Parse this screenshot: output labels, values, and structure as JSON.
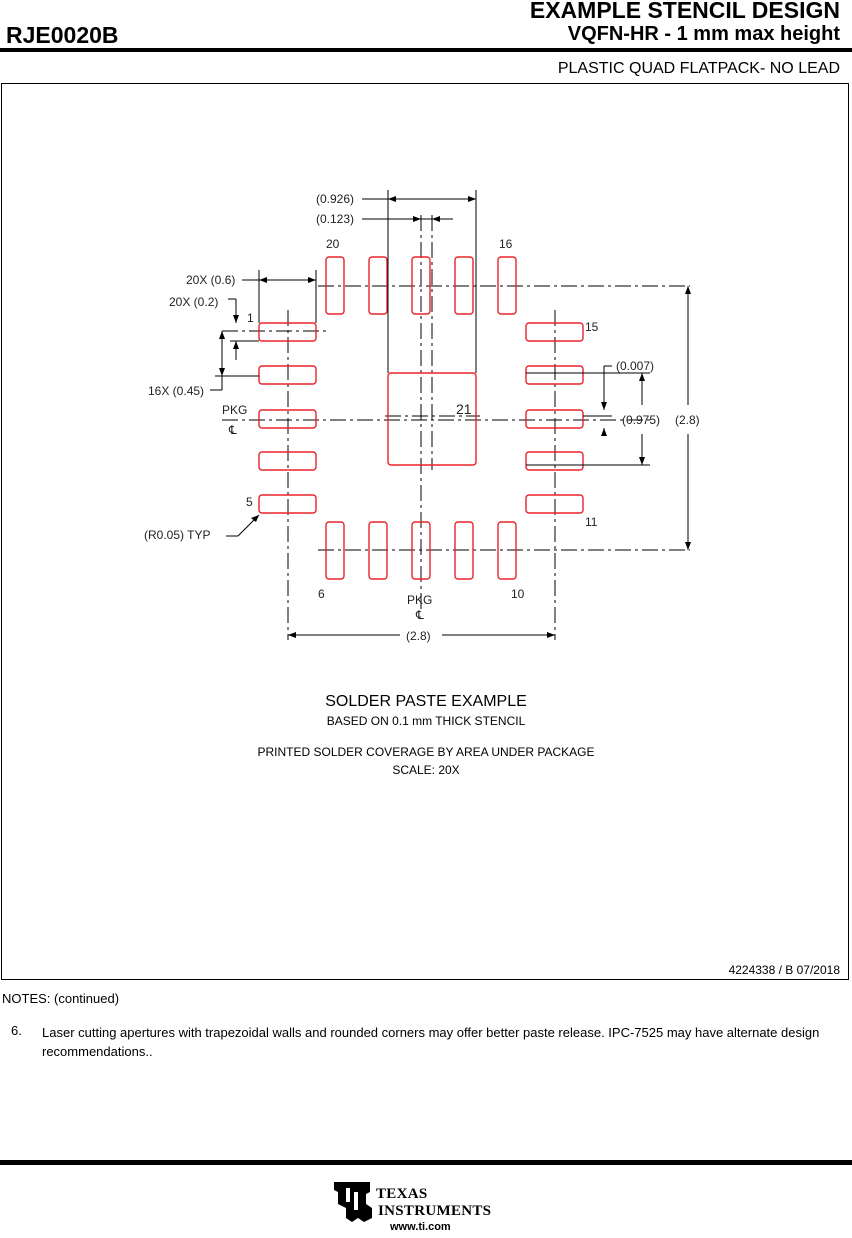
{
  "header": {
    "part_number": "RJE0020B",
    "title": "EXAMPLE STENCIL DESIGN",
    "subtitle": "VQFN-HR - 1 mm max height",
    "package_type": "PLASTIC QUAD FLATPACK- NO LEAD"
  },
  "drawing": {
    "dimensions": {
      "dim_0926": "(0.926)",
      "dim_0123": "(0.123)",
      "dim_20x06": "20X (0.6)",
      "dim_20x02": "20X (0.2)",
      "dim_16x045": "16X (0.45)",
      "dim_r005": "(R0.05) TYP",
      "dim_0007": "(0.007)",
      "dim_0975": "(0.975)",
      "dim_28_right": "(2.8)",
      "dim_28_bottom": "(2.8)"
    },
    "pin_labels": {
      "p1": "1",
      "p5": "5",
      "p6": "6",
      "p10": "10",
      "p11": "11",
      "p15": "15",
      "p16": "16",
      "p20": "20",
      "p21": "21"
    },
    "pkg_label": "PKG",
    "centerline_symbol": "℄"
  },
  "caption": {
    "line1": "SOLDER PASTE EXAMPLE",
    "line2": "BASED ON 0.1 mm THICK STENCIL",
    "line3": "PRINTED SOLDER COVERAGE BY AREA UNDER PACKAGE",
    "line4": "SCALE: 20X"
  },
  "doc_ref": "4224338 / B   07/2018",
  "notes": {
    "heading": "NOTES: (continued)",
    "items": [
      {
        "number": "6.",
        "text": "Laser cutting apertures with trapezoidal walls and rounded corners may offer better paste release. IPC-7525 may have alternate design recommendations.."
      }
    ]
  },
  "footer": {
    "logo_line1": "TEXAS",
    "logo_line2": "INSTRUMENTS",
    "url": "www.ti.com"
  },
  "colors": {
    "pad_outline": "#e8232a",
    "line": "#000000"
  }
}
